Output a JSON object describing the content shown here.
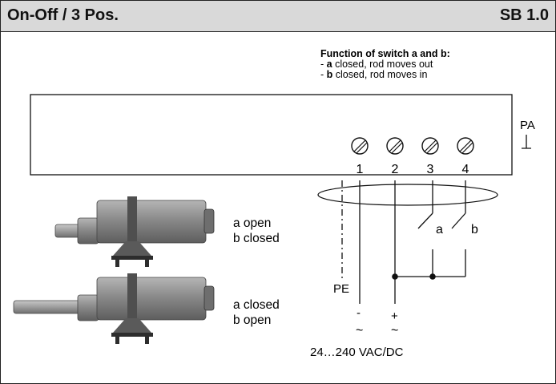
{
  "header": {
    "title": "On-Off / 3 Pos.",
    "code": "SB 1.0"
  },
  "function_note": {
    "heading": "Function of switch a and b:",
    "line1_prefix": "- ",
    "line1_key": "a",
    "line1_text": " closed, rod moves out",
    "line2_prefix": "- ",
    "line2_key": "b",
    "line2_text": " closed, rod moves in"
  },
  "terminals": [
    "1",
    "2",
    "3",
    "4"
  ],
  "pa_label": "PA",
  "switches": {
    "a": "a",
    "b": "b"
  },
  "pe_label": "PE",
  "wire_symbols": {
    "minus": "-",
    "plus": "+",
    "tilde": "~"
  },
  "supply_label": "24…240 VAC/DC",
  "states": [
    {
      "line1": "a open",
      "line2": "b closed"
    },
    {
      "line1": "a closed",
      "line2": "b open"
    }
  ],
  "colors": {
    "header_bg": "#d9d9d9",
    "actuator_body": "#8a8a8a",
    "rod": "#9b9b9b"
  }
}
